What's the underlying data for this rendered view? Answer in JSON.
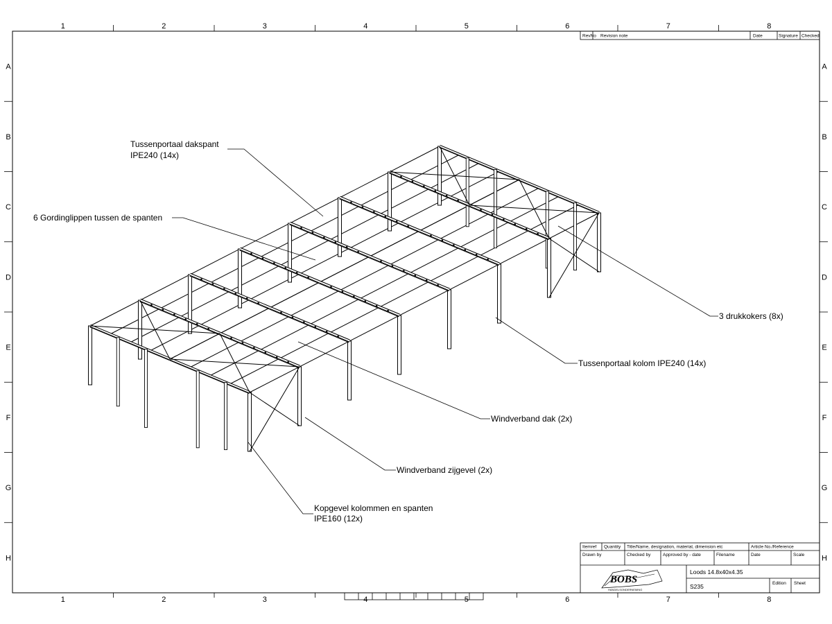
{
  "drawing": {
    "column_markers": [
      "1",
      "2",
      "3",
      "4",
      "5",
      "6",
      "7",
      "8"
    ],
    "row_markers": [
      "A",
      "B",
      "C",
      "D",
      "E",
      "F",
      "G",
      "H"
    ],
    "callouts": [
      {
        "id": "dakspant",
        "lines": [
          "Tussenportaal dakspant",
          "IPE240 (14x)"
        ]
      },
      {
        "id": "gordinglippen",
        "lines": [
          "6 Gordinglippen tussen de spanten"
        ]
      },
      {
        "id": "drukkokers",
        "lines": [
          "3 drukkokers (8x)"
        ]
      },
      {
        "id": "kolom",
        "lines": [
          "Tussenportaal kolom IPE240 (14x)"
        ]
      },
      {
        "id": "windverband-dak",
        "lines": [
          "Windverband dak (2x)"
        ]
      },
      {
        "id": "windverband-zijgevel",
        "lines": [
          "Windverband zijgevel (2x)"
        ]
      },
      {
        "id": "kopgevel",
        "lines": [
          "Kopgevel kolommen en spanten",
          "IPE160 (12x)"
        ]
      }
    ]
  },
  "revision_block": {
    "headers": [
      "RevNo",
      "Revision note",
      "Date",
      "Signature",
      "Checked"
    ]
  },
  "title_block": {
    "row1": [
      "Itemref",
      "Quantity",
      "Title/Name, designation, material, dimension etc",
      "Article No./Reference"
    ],
    "row2": [
      "Drawn by",
      "Checked by",
      "Approved by - date",
      "Filename",
      "Date",
      "Scale"
    ],
    "title": "Loods 14.8x40x4.35",
    "material": "S235",
    "edition_label": "Edition",
    "sheet_label": "Sheet",
    "logo_text": "BOBS",
    "logo_subtext": "HANDELSONDERNEMING"
  }
}
